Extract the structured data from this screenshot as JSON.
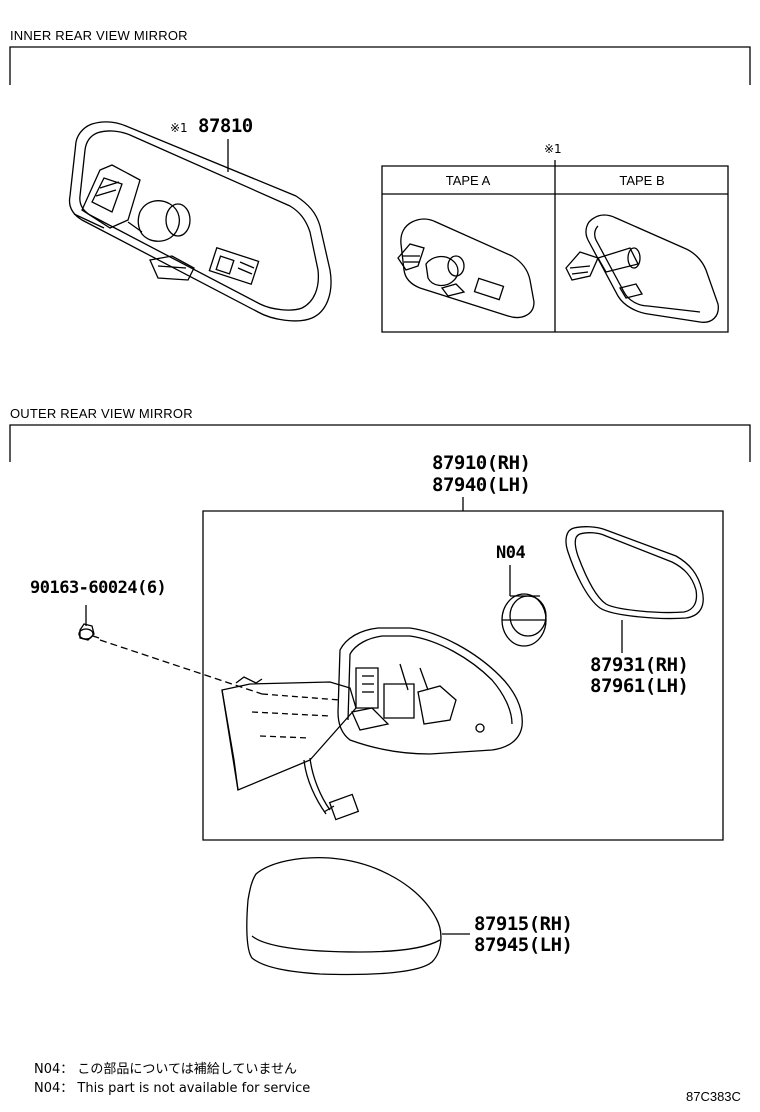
{
  "sections": {
    "inner_title": "INNER REAR VIEW MIRROR",
    "outer_title": "OUTER REAR VIEW MIRROR"
  },
  "inner": {
    "ref_mark": "※1",
    "part_number": "87810",
    "tape_ref_mark": "※1",
    "tape_a": "TAPE A",
    "tape_b": "TAPE B"
  },
  "outer": {
    "assembly_rh": "87910(RH)",
    "assembly_lh": "87940(LH)",
    "screw": "90163-60024(6)",
    "actuator": "N04",
    "mirror_rh": "87931(RH)",
    "mirror_lh": "87961(LH)",
    "cover_rh": "87915(RH)",
    "cover_lh": "87945(LH)"
  },
  "notes": {
    "jp": "N04： この部品については補給していません",
    "en": "N04： This part is not available for service"
  },
  "diagram_code": "87C383C"
}
